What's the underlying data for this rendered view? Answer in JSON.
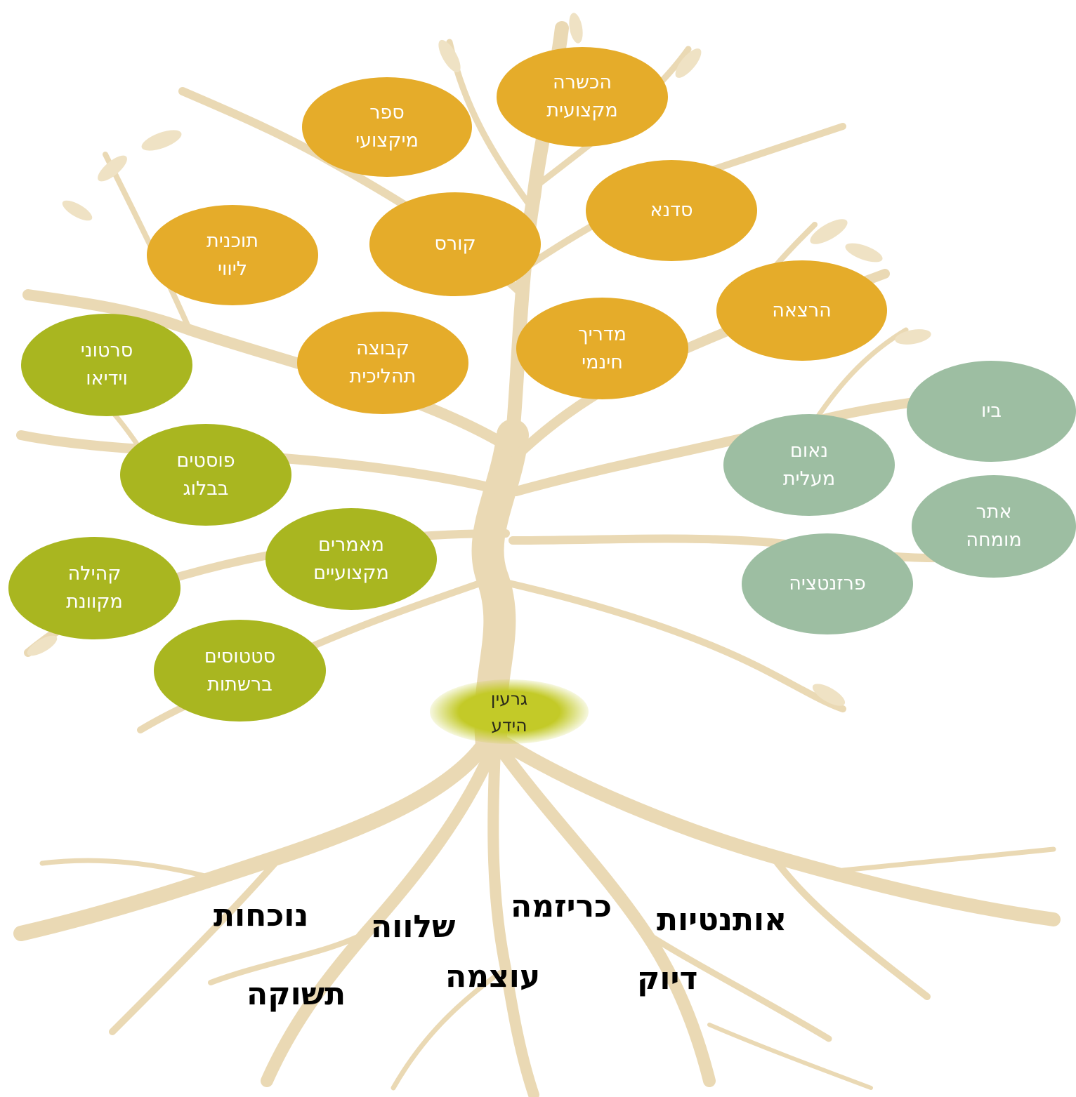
{
  "colors": {
    "offerings": "#e5ac2a",
    "content": "#a9b620",
    "presence": "#9dbea2",
    "core_glow": "#c3ca28",
    "tree": "#ead9b4"
  },
  "core": {
    "label": "גרעין\nהידע"
  },
  "offerings": [
    {
      "label": "הכשרה\nמקצועית"
    },
    {
      "label": "ספר\nמיקצועי"
    },
    {
      "label": "סדנא"
    },
    {
      "label": "קורס"
    },
    {
      "label": "תוכנית\nליווי"
    },
    {
      "label": "הרצאה"
    },
    {
      "label": "מדריך\nחינמי"
    },
    {
      "label": "קבוצה\nתהליכית"
    }
  ],
  "content": [
    {
      "label": "סרטוני\nוידיאו"
    },
    {
      "label": "פוסטים\nבבלוג"
    },
    {
      "label": "מאמרים\nמקצועיים"
    },
    {
      "label": "קהילה\nמקוונת"
    },
    {
      "label": "סטטוסים\nברשתות"
    }
  ],
  "presence": [
    {
      "label": "ביו"
    },
    {
      "label": "נאום\nמעלית"
    },
    {
      "label": "אתר\nמומחה"
    },
    {
      "label": "פרזנטציה"
    }
  ],
  "roots": [
    {
      "label": "נוכחות"
    },
    {
      "label": "שלווה"
    },
    {
      "label": "כריזמה"
    },
    {
      "label": "אותנטיות"
    },
    {
      "label": "תשוקה"
    },
    {
      "label": "עוצמה"
    },
    {
      "label": "דיוק"
    }
  ]
}
